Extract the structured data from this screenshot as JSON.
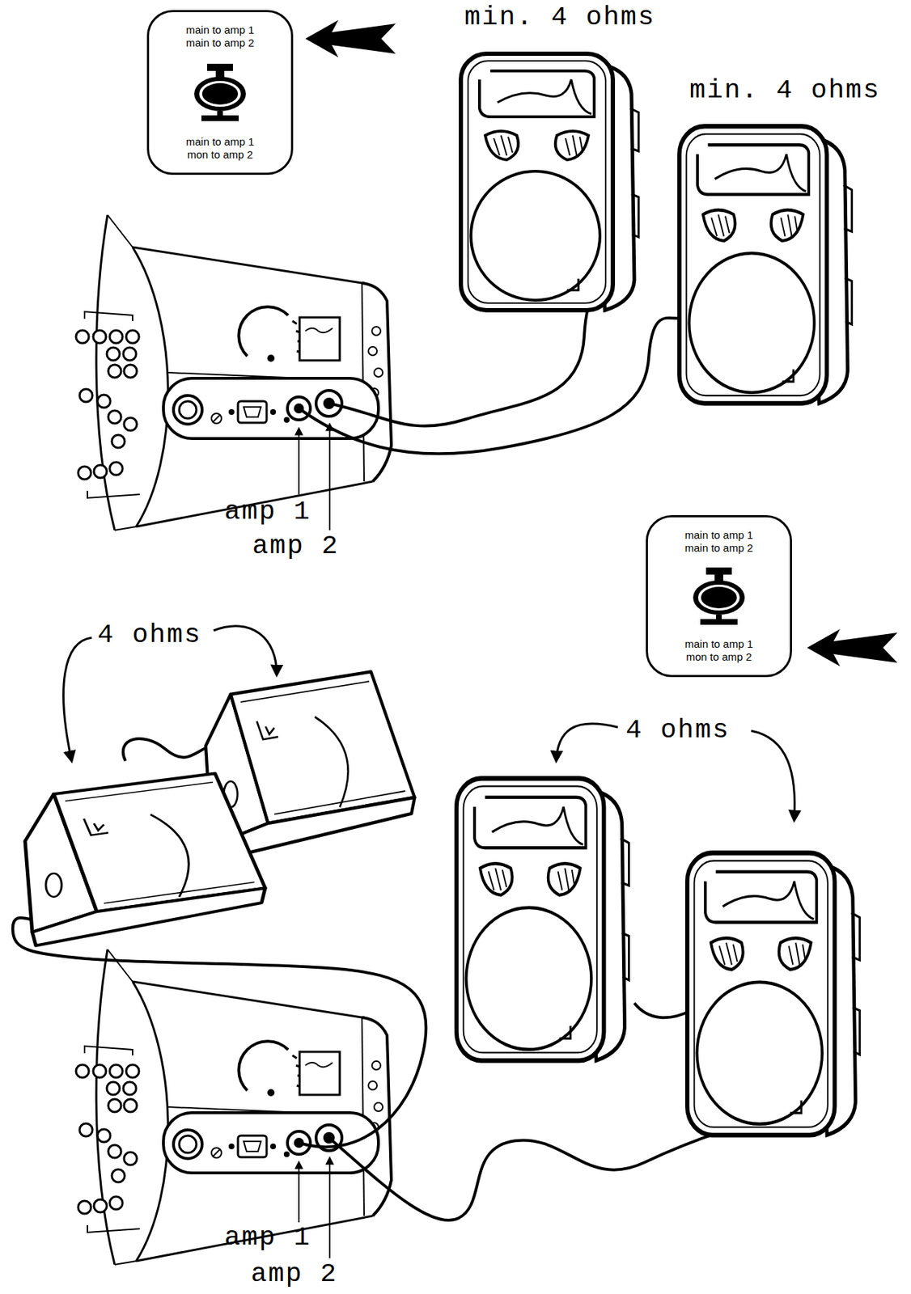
{
  "diagram": {
    "nodes": [
      {
        "text": [
          "main to amp 1 main to amp 2",
          "main to amp 1 mon to amp 2"
        ]
      },
      {
        "text": [
          "main to amp 1 main to amp 2",
          "main to amp 1 mon to amp 2"
        ]
      }
    ],
    "labels": [
      "min. 4 ohms",
      "min. 4 ohms",
      "amp 1",
      "amp 2",
      "4 ohms",
      "4 ohms",
      "amp 1",
      "amp 2"
    ]
  }
}
